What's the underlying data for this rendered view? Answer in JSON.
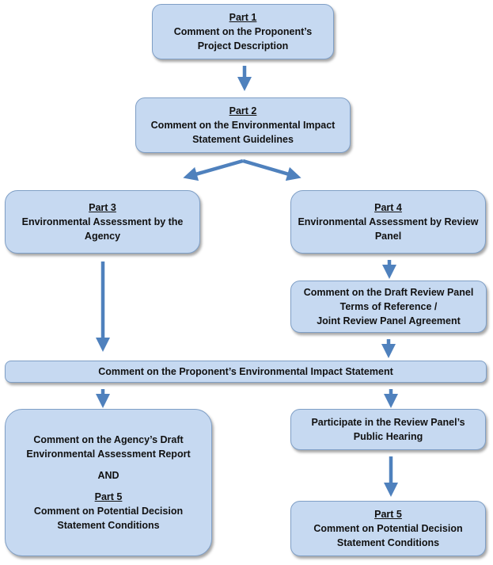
{
  "box1": {
    "part": "Part 1",
    "line1": "Comment on the Proponent’s",
    "line2": "Project Description"
  },
  "box2": {
    "part": "Part 2",
    "line1": "Comment on the Environmental Impact",
    "line2": "Statement Guidelines"
  },
  "box3": {
    "part": "Part 3",
    "line1": "Environmental Assessment by the",
    "line2": "Agency"
  },
  "box4": {
    "part": "Part 4",
    "line1": "Environmental Assessment by Review",
    "line2": "Panel"
  },
  "box_draft_tor": {
    "line1": "Comment on the Draft Review Panel",
    "line2": "Terms of Reference /",
    "line3": "Joint Review Panel Agreement"
  },
  "box_eis": {
    "line1": "Comment on the Proponent’s Environmental Impact Statement"
  },
  "box_agency_report": {
    "line1": "Comment on the Agency’s Draft",
    "line2": "Environmental Assessment Report",
    "and": "AND",
    "part": "Part 5",
    "line3": "Comment on Potential Decision",
    "line4": "Statement Conditions"
  },
  "box_hearing": {
    "line1": "Participate in the Review Panel’s",
    "line2": "Public Hearing"
  },
  "box5": {
    "part": "Part 5",
    "line1": "Comment on Potential Decision",
    "line2": "Statement Conditions"
  },
  "colors": {
    "box_fill": "#c6d9f1",
    "box_border": "#7f9fc6",
    "arrow": "#4f81bd"
  }
}
